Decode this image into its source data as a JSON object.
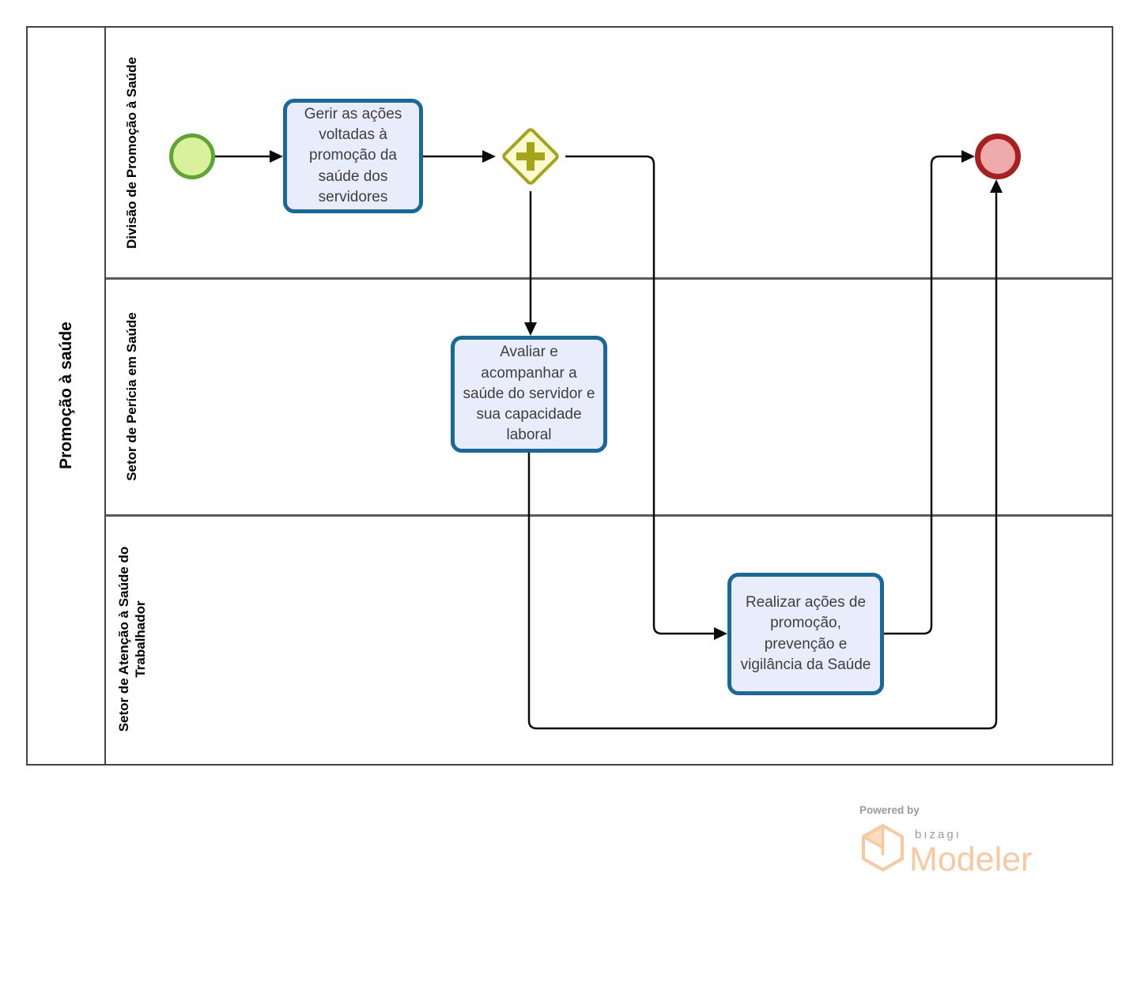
{
  "pool": {
    "title": "Promoção à saúde",
    "lanes": [
      {
        "label": "Divisão de Promoção à Saúde"
      },
      {
        "label": "Setor de Perícia em Saúde"
      },
      {
        "label": "Setor de Atenção à Saúde do Trabalhador"
      }
    ]
  },
  "nodes": {
    "start_event": {
      "kind": "start-event"
    },
    "gateway": {
      "kind": "parallel-gateway"
    },
    "end_event": {
      "kind": "end-event"
    },
    "tasks": [
      {
        "label": "Gerir as ações voltadas à promoção da saúde dos servidores"
      },
      {
        "label": "Avaliar e acompanhar a saúde do servidor e sua capacidade laboral"
      },
      {
        "label": "Realizar ações de promoção, prevenção e vigilância da Saúde"
      }
    ]
  },
  "colors": {
    "task_fill": "#e9edfb",
    "task_border": "#17689d",
    "start_fill": "#d9f19c",
    "start_border": "#5ca631",
    "gateway_fill": "#fbf9cf",
    "gateway_border": "#a4a418",
    "end_fill": "#efabab",
    "end_border": "#a91f1f",
    "flow_line": "#0a0a0a",
    "lane_line": "#5a5a5a",
    "logo_orange": "#f8c9a0",
    "logo_gray": "#9a9a9a"
  },
  "footer": {
    "powered_by": "Powered by",
    "brand": "bızagı",
    "product": "Modeler"
  }
}
